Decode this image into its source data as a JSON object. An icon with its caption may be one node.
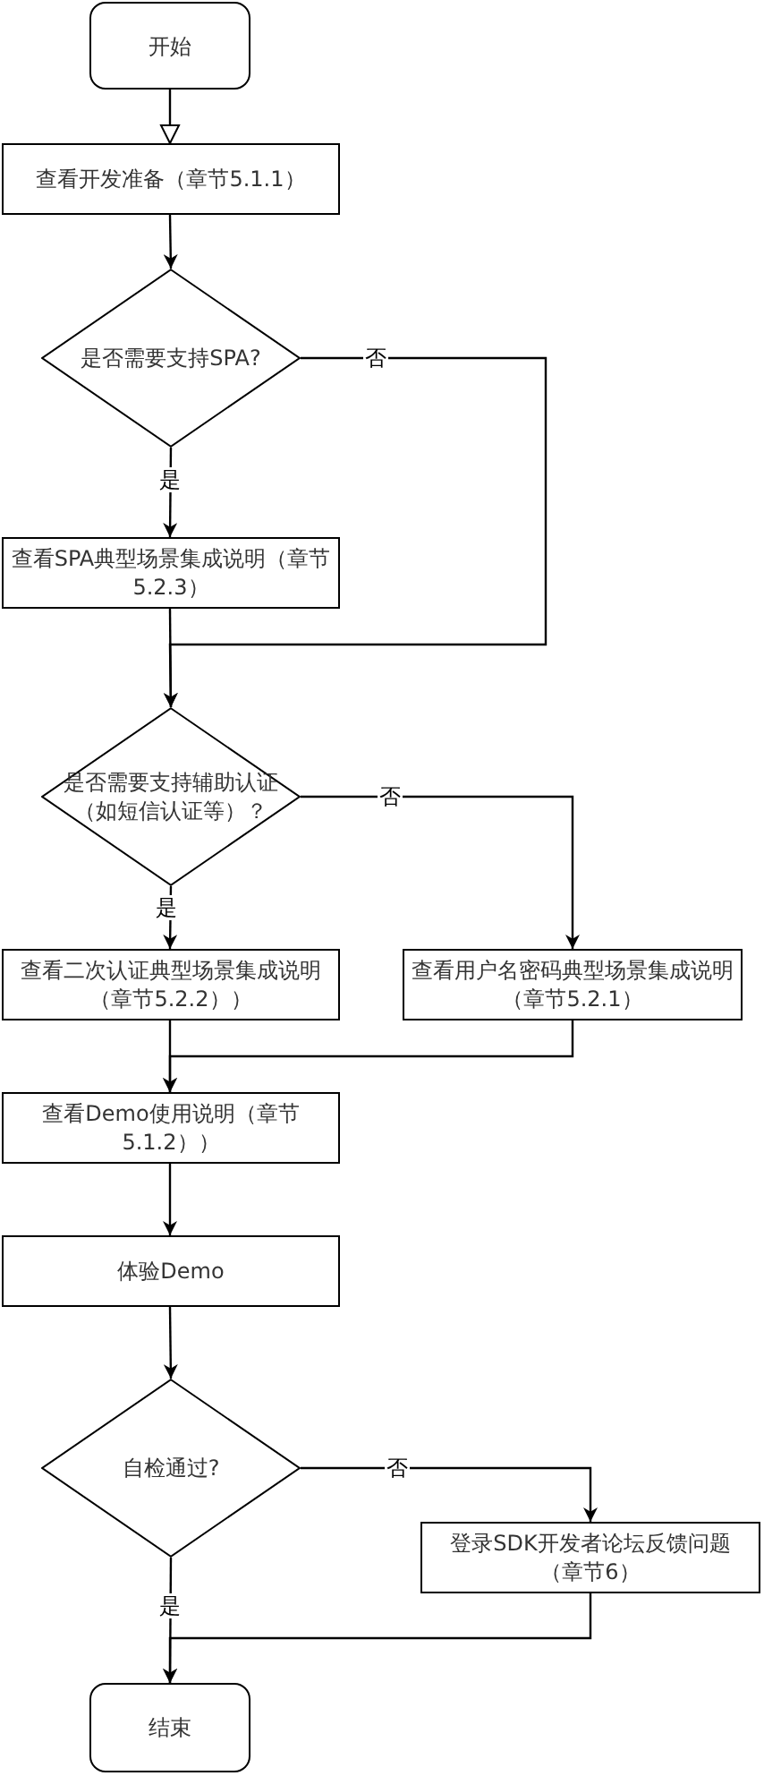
{
  "diagram": {
    "nodes": [
      {
        "text": [
          "开始"
        ]
      },
      {
        "text": [
          "查看开发准备（章节5.1.1）"
        ]
      },
      {
        "text": [
          "是否需要支持SPA?"
        ]
      },
      {
        "text": [
          "查看SPA典型场景集成说明（章节5.2.3）"
        ]
      },
      {
        "text": [
          "是否需要支持辅助认证（如短信认证等）？"
        ]
      },
      {
        "text": [
          "查看二次认证典型场景集成说明（章节5.2.2））"
        ]
      },
      {
        "text": [
          "查看用户名密码典型场景集成说明（章节5.2.1）"
        ]
      },
      {
        "text": [
          "查看Demo使用说明（章节5.1.2））"
        ]
      },
      {
        "text": [
          "体验Demo"
        ]
      },
      {
        "text": [
          "自检通过?"
        ]
      },
      {
        "text": [
          "登录SDK开发者论坛反馈问题（章节6）"
        ]
      },
      {
        "text": [
          "结束"
        ]
      }
    ],
    "edges": [
      {
        "from": 0,
        "to": 1,
        "arrow": "to"
      },
      {
        "from": 1,
        "to": 2,
        "arrow": "to"
      },
      {
        "from": 2,
        "to": 3,
        "arrow": "to",
        "label": "是"
      },
      {
        "from": 2,
        "to": 4,
        "arrow": "to",
        "label": "否"
      },
      {
        "from": 3,
        "to": 4,
        "arrow": "to"
      },
      {
        "from": 4,
        "to": 5,
        "arrow": "to",
        "label": "是"
      },
      {
        "from": 4,
        "to": 6,
        "arrow": "to",
        "label": "否"
      },
      {
        "from": 5,
        "to": 7,
        "arrow": "to"
      },
      {
        "from": 6,
        "to": 7,
        "arrow": "to"
      },
      {
        "from": 7,
        "to": 8,
        "arrow": "to"
      },
      {
        "from": 8,
        "to": 9,
        "arrow": "to"
      },
      {
        "from": 9,
        "to": 10,
        "arrow": "to",
        "label": "否"
      },
      {
        "from": 9,
        "to": 11,
        "arrow": "to",
        "label": "是"
      },
      {
        "from": 10,
        "to": 11,
        "arrow": "to"
      }
    ]
  }
}
